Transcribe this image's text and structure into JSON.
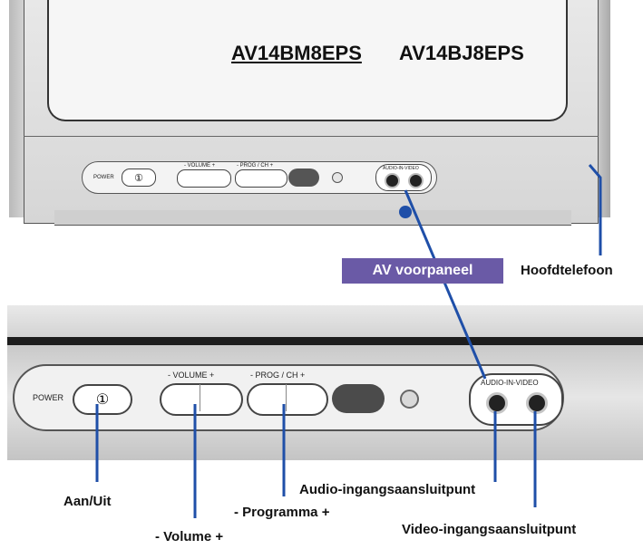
{
  "tv": {
    "models": {
      "underlined": "AV14BM8EPS",
      "other": "AV14BJ8EPS"
    }
  },
  "panel_small": {
    "power_label": "POWER",
    "power_symbol": "①",
    "volume_label": "-   VOLUME   +",
    "prog_label": "-  PROG / CH  +",
    "av_label": "AUDIO-IN-VIDEO"
  },
  "panel_big": {
    "power_label": "POWER",
    "power_symbol": "①",
    "volume_label": "-   VOLUME   +",
    "prog_label": "-   PROG / CH   +",
    "av_label": "AUDIO-IN-VIDEO"
  },
  "callouts": {
    "av_front_panel": "AV voorpaneel",
    "headphones": "Hoofdtelefoon",
    "on_off": "Aan/Uit",
    "volume": "- Volume +",
    "program": "- Programma +",
    "audio_input": "Audio-ingangsaansluitpunt",
    "video_input": "Video-ingangsaansluitpunt"
  },
  "colors": {
    "badge": "#6a5aa6",
    "leader": "#1f4fa8"
  }
}
